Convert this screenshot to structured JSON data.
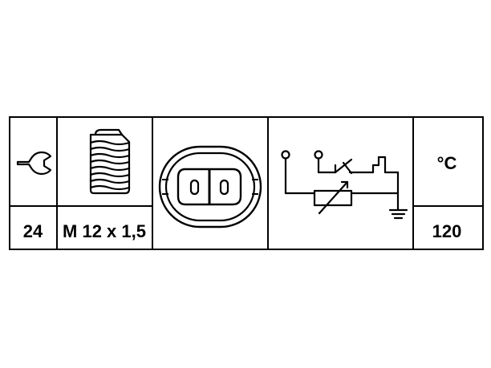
{
  "spec_table": {
    "wrench_size": "24",
    "thread": "M 12 x 1,5",
    "temperature_unit": "°C",
    "temperature_value": "120"
  },
  "icons": {
    "wrench": "wrench-icon",
    "thread_bolt": "threaded-bolt-icon",
    "connector": "two-pin-connector-icon",
    "circuit": "thermal-switch-circuit-icon"
  },
  "colors": {
    "line": "#000000",
    "background": "#ffffff"
  }
}
